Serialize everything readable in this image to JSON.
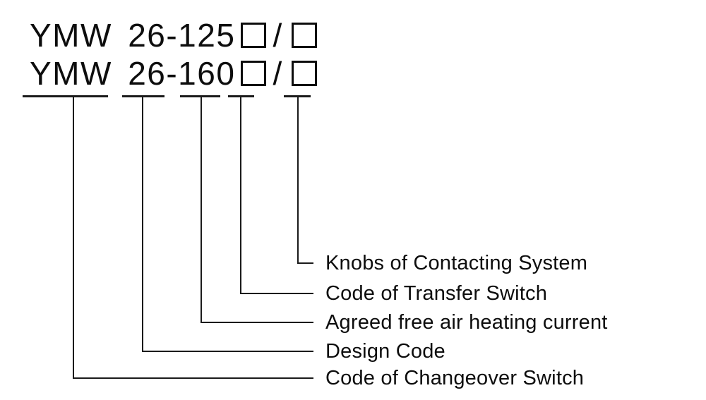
{
  "colors": {
    "background": "#ffffff",
    "ink": "#1a1a1a",
    "text": "#0d0d0d"
  },
  "icons": {
    "placeholder_box": "empty-square-outline"
  },
  "model_lines": [
    {
      "text": "YMW 26-125",
      "separator": "/"
    },
    {
      "text": "YMW 26-160",
      "separator": "/"
    }
  ],
  "labels": [
    {
      "text": "Knobs of Contacting System"
    },
    {
      "text": "Code of Transfer Switch"
    },
    {
      "text": "Agreed free air heating current"
    },
    {
      "text": "Design Code"
    },
    {
      "text": "Code of Changeover Switch"
    }
  ]
}
